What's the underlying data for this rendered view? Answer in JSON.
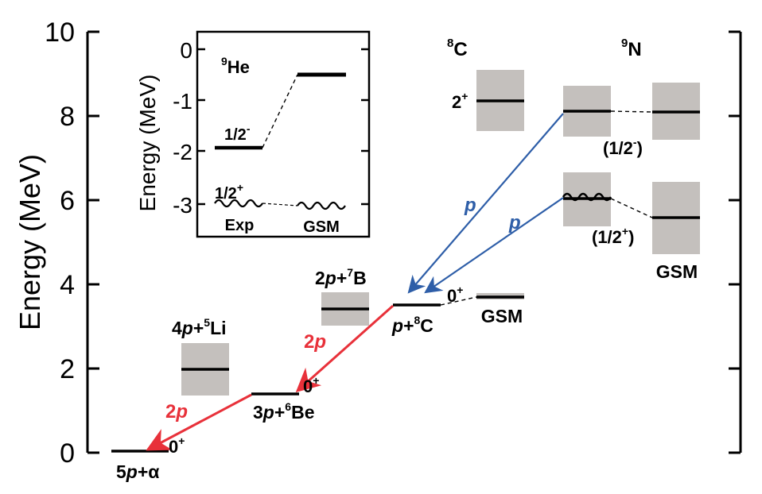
{
  "main_axis": {
    "ylabel": "Energy (MeV)",
    "ticks": [
      "0",
      "2",
      "4",
      "6",
      "8",
      "10"
    ]
  },
  "inset": {
    "ylabel": "Energy (MeV)",
    "ticks": [
      "0",
      "-1",
      "-2",
      "-3"
    ],
    "nucleus": {
      "mass": "9",
      "symbol": "He"
    },
    "level_half_minus": {
      "base": "1/2",
      "sup": "-"
    },
    "level_half_plus": {
      "base": "1/2",
      "sup": "+"
    },
    "col_exp": "Exp",
    "col_gsm": "GSM"
  },
  "labels": {
    "c8_nucleus": {
      "mass": "8",
      "symbol": "C"
    },
    "n9_nucleus": {
      "mass": "9",
      "symbol": "N"
    },
    "c8_2plus": {
      "base": "2",
      "sup": "+"
    },
    "n9_half_minus": {
      "open": "(1/2",
      "sup": "-",
      "close": ")"
    },
    "n9_half_plus": {
      "open": "(1/2",
      "sup": "+",
      "close": ")"
    },
    "n9_gsm": "GSM",
    "c8_gsm": "GSM",
    "c8_gs_spin": {
      "base": "0",
      "sup": "+"
    },
    "pc8": {
      "pre": "p",
      "plus": "+",
      "mass": "8",
      "symbol": "C"
    },
    "b7": {
      "pre": "2",
      "p": "p",
      "plus": "+",
      "mass": "7",
      "symbol": "B"
    },
    "li5": {
      "pre": "4",
      "p": "p",
      "plus": "+",
      "mass": "5",
      "symbol": "Li"
    },
    "be6": {
      "pre": "3",
      "p": "p",
      "plus": "+",
      "mass": "6",
      "symbol": "Be"
    },
    "be6_spin": {
      "base": "0",
      "sup": "+"
    },
    "alpha": {
      "pre": "5",
      "p": "p",
      "plus": "+",
      "alpha": "α"
    },
    "alpha_spin": {
      "base": "0",
      "sup": "+"
    },
    "arrow_2p_upper": {
      "num": "2",
      "p": "p"
    },
    "arrow_2p_lower": {
      "num": "2",
      "p": "p"
    },
    "arrow_p_upper": "p",
    "arrow_p_lower": "p"
  },
  "colors": {
    "red_arrow": "#e8313a",
    "blue_arrow": "#2e5ea8",
    "gray_box": "#c4c0bd"
  }
}
